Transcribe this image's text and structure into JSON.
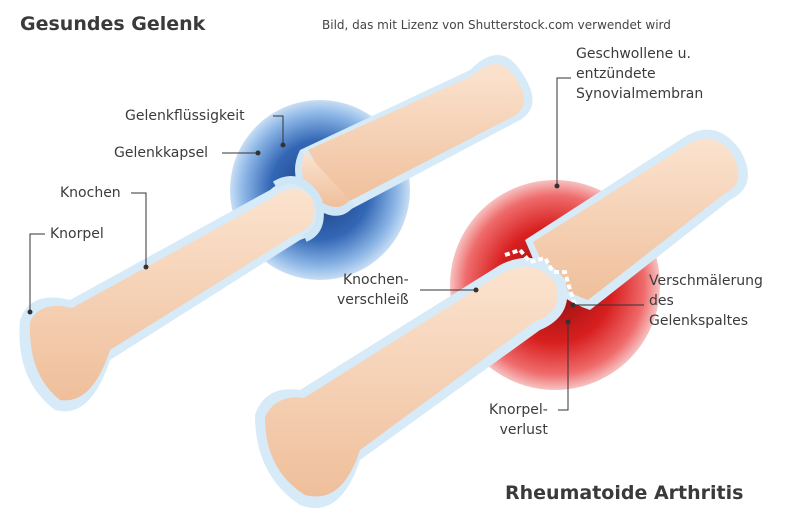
{
  "titles": {
    "healthy": "Gesundes Gelenk",
    "ra": "Rheumatoide Arthritis"
  },
  "credit": "Bild, das mit Lizenz von Shutterstock.com verwendet wird",
  "labels": {
    "gelenkfluessigkeit": "Gelenkflüssigkeit",
    "gelenkkapsel": "Gelenkkapsel",
    "knochen": "Knochen",
    "knorpel": "Knorpel",
    "synovial": [
      "Geschwollene u.",
      "entzündete",
      "Synovialmembran"
    ],
    "knochenverschleiss": [
      "Knochen-",
      "verschleiß"
    ],
    "verschmaelerung": [
      "Verschmälerung",
      "des",
      "Gelenkspaltes"
    ],
    "knorpelverlust": [
      "Knorpel-",
      "verlust"
    ]
  },
  "colors": {
    "bone_fill": "#f7d2b4",
    "bone_shade": "#eeb894",
    "cartilage": "#cfe6f7",
    "capsule_blue": "#3d6fb8",
    "capsule_red": "#d92020",
    "leader": "#333333"
  }
}
